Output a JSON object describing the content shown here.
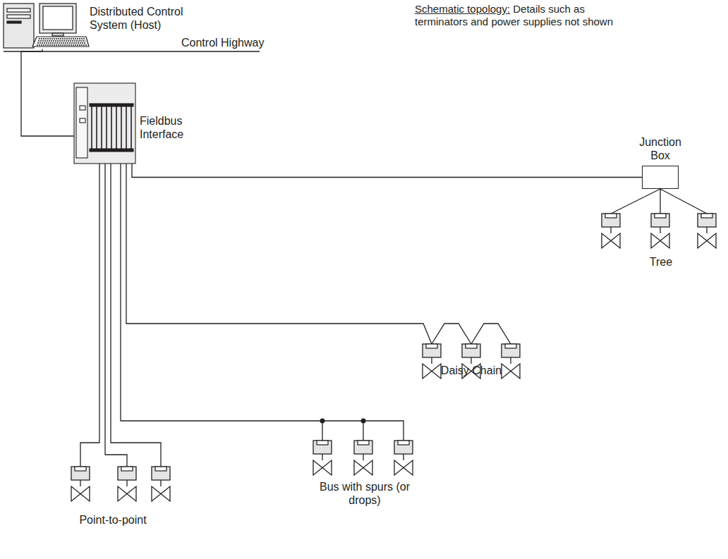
{
  "diagram": {
    "nodes": [
      {
        "text": [
          "Distributed Control System (Host)"
        ]
      },
      {
        "text": [
          "Fieldbus Interface"
        ]
      },
      {
        "text": [
          "Junction Box"
        ]
      }
    ],
    "edges": [
      {
        "from": 0,
        "to": 1,
        "arrow": "none",
        "label": "Control Highway"
      },
      {
        "from": 1,
        "to": 2,
        "arrow": "none"
      }
    ],
    "labels": [
      "Tree",
      "Daisy Chain",
      "Bus with spurs (or drops)",
      "Point-to-point",
      "Schematic topology:",
      "Details such as terminators and power supplies not shown"
    ]
  }
}
